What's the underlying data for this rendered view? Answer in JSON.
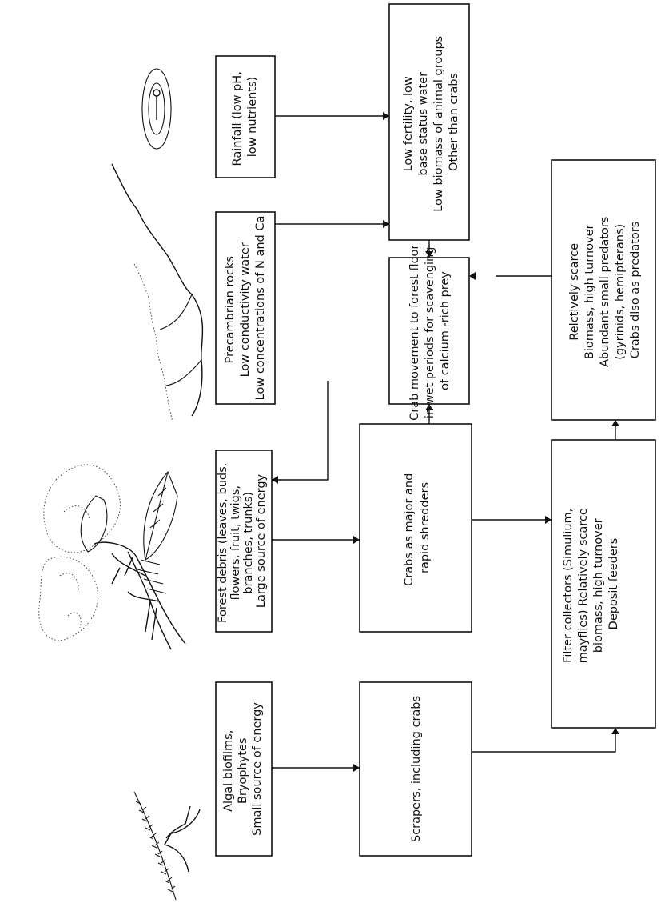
{
  "boxes": {
    "algal": [
      "Algal biofilms,",
      "Bryophytes",
      "Small source of energy"
    ],
    "forest_debris": [
      "Forest debris (leaves, buds,",
      "flowers, fruit, twigs,",
      "branches, trunks)",
      "Large source of energy"
    ],
    "precambrian": [
      "Precambrian rocks",
      "Low conductivity water",
      "Low concentrations of N and Ca"
    ],
    "rainfall": [
      "Rainfall (low pH,",
      "low nutrients)"
    ],
    "low_fertility": [
      "Low fertility, low",
      "base status water",
      "Low biomass of animal groups",
      "Other than crabs"
    ],
    "scrapers": [
      "Scrapers, including crabs"
    ],
    "shredders": [
      "Crabs as major and",
      "rapid shredders"
    ],
    "crab_movement": [
      "Crab movement to forest floor",
      "in wet periods for scavenging",
      "of calcium -rich prey"
    ],
    "filter_collectors": [
      "Filter collectors (Simulium,",
      "mayflies) Relatively scarce",
      "biomass, high turnover",
      "",
      "Deposit feeders"
    ],
    "predators": [
      "Relctively scarce",
      "Biomass, high turnover",
      "Abundant small predators",
      "(gyrinids, hemipterans)",
      "Crabs dlso as predators"
    ]
  }
}
